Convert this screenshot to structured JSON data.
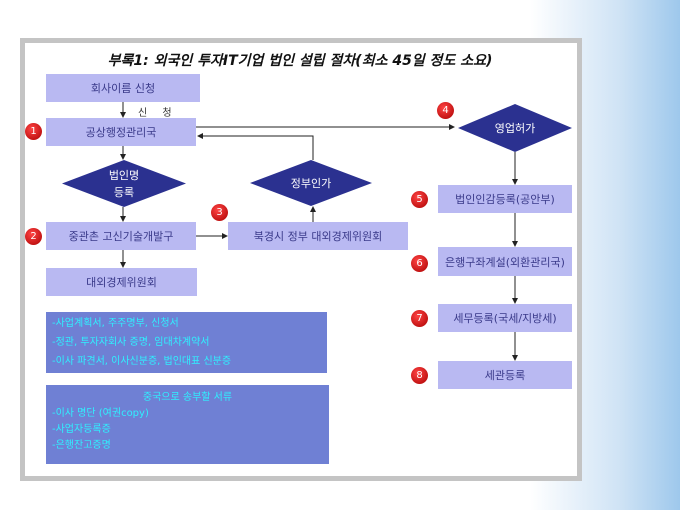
{
  "title": "부록1: 외국인 투자IT기업 법인 설립 절차(최소 45일 정도 소요)",
  "boxes": {
    "name_apply": "회사이름 신청",
    "apply_label": "신 청",
    "saic": "공상행정관리국",
    "zgc": "중관촌 고신기술개발구",
    "beijing": "북경시 정부 대외경제위원회",
    "foreign_committee": "대외경제위원회",
    "seal": "법인인감등록(공안부)",
    "bank": "은행구좌계설(외환관리국)",
    "tax": "세무등록(국세/지방세)",
    "customs": "세관등록"
  },
  "diamonds": {
    "corp_name": [
      "법인명",
      "등록"
    ],
    "gov_approval": "정부인가",
    "business_license": "영업허가"
  },
  "badges": [
    "1",
    "2",
    "3",
    "4",
    "5",
    "6",
    "7",
    "8"
  ],
  "notes1": [
    "-사업계획서, 주주명부, 신청서",
    "-정관, 투자자회사 증명, 임대차계약서",
    "-이사 파견서, 이사신분증, 법인대표 신분증"
  ],
  "notes2": {
    "heading": "중국으로 송부할 서류",
    "items": [
      "-이사 명단 (여권copy)",
      "-사업자등록증",
      "-은행잔고증명"
    ]
  }
}
